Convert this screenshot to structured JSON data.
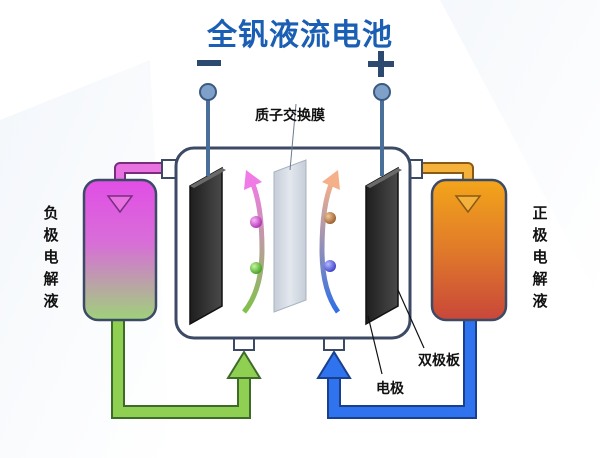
{
  "title": "全钒液流电池",
  "terminals": {
    "negative": "−",
    "positive": "+"
  },
  "labels": {
    "membrane": "质子交换膜",
    "negative_electrolyte": "负极电解液",
    "positive_electrolyte": "正极电解液",
    "bipolar_plate": "双极板",
    "electrode": "电极"
  },
  "colors": {
    "title": "#1a5fb4",
    "negative_pipe": "#86c94a",
    "positive_pipe": "#2c6ee8",
    "wire": "#4a6f98",
    "cell_border": "#3c4a66"
  }
}
